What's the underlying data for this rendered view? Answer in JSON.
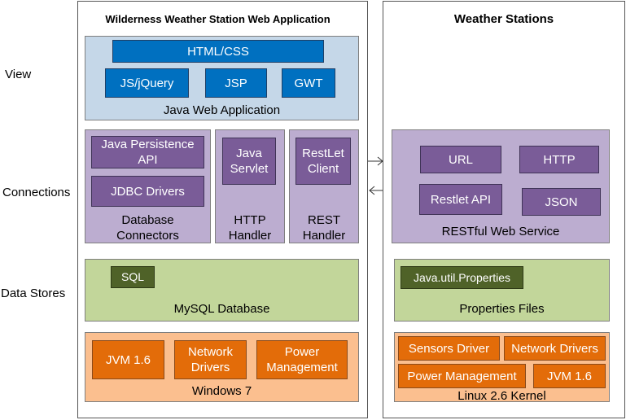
{
  "rows": {
    "view": "View",
    "connections": "Connections",
    "data_stores": "Data Stores"
  },
  "left": {
    "title": "Wilderness Weather Station Web Application",
    "view": {
      "label": "Java Web Application",
      "html_css": "HTML/CSS",
      "js_jquery": "JS/jQuery",
      "jsp": "JSP",
      "gwt": "GWT"
    },
    "connections": {
      "db": {
        "label_1": "Database",
        "label_2": "Connectors",
        "jpa_1": "Java Persistence",
        "jpa_2": "API",
        "jdbc": "JDBC Drivers"
      },
      "http": {
        "label_1": "HTTP",
        "label_2": "Handler",
        "servlet_1": "Java",
        "servlet_2": "Servlet"
      },
      "rest": {
        "label_1": "REST",
        "label_2": "Handler",
        "client_1": "RestLet",
        "client_2": "Client"
      }
    },
    "data": {
      "label": "MySQL Database",
      "sql": "SQL"
    },
    "os": {
      "label": "Windows 7",
      "jvm": "JVM 1.6",
      "net_1": "Network",
      "net_2": "Drivers",
      "power_1": "Power",
      "power_2": "Management"
    }
  },
  "right": {
    "title": "Weather Stations",
    "connections": {
      "label": "RESTful Web Service",
      "url": "URL",
      "http": "HTTP",
      "restlet": "Restlet API",
      "json": "JSON"
    },
    "data": {
      "label": "Properties Files",
      "props": "Java.util.Properties"
    },
    "os": {
      "label": "Linux 2.6 Kernel",
      "sensors": "Sensors Driver",
      "network": "Network Drivers",
      "power": "Power Management",
      "jvm": "JVM 1.6"
    }
  },
  "colors": {
    "blue_section": "#c5d7e8",
    "blue_box": "#0070c0",
    "purple_section": "#bcadd0",
    "purple_box": "#7a5c98",
    "green_section": "#c2d69a",
    "green_box": "#4f6228",
    "orange_section": "#fbbf8f",
    "orange_box": "#e36c09"
  }
}
